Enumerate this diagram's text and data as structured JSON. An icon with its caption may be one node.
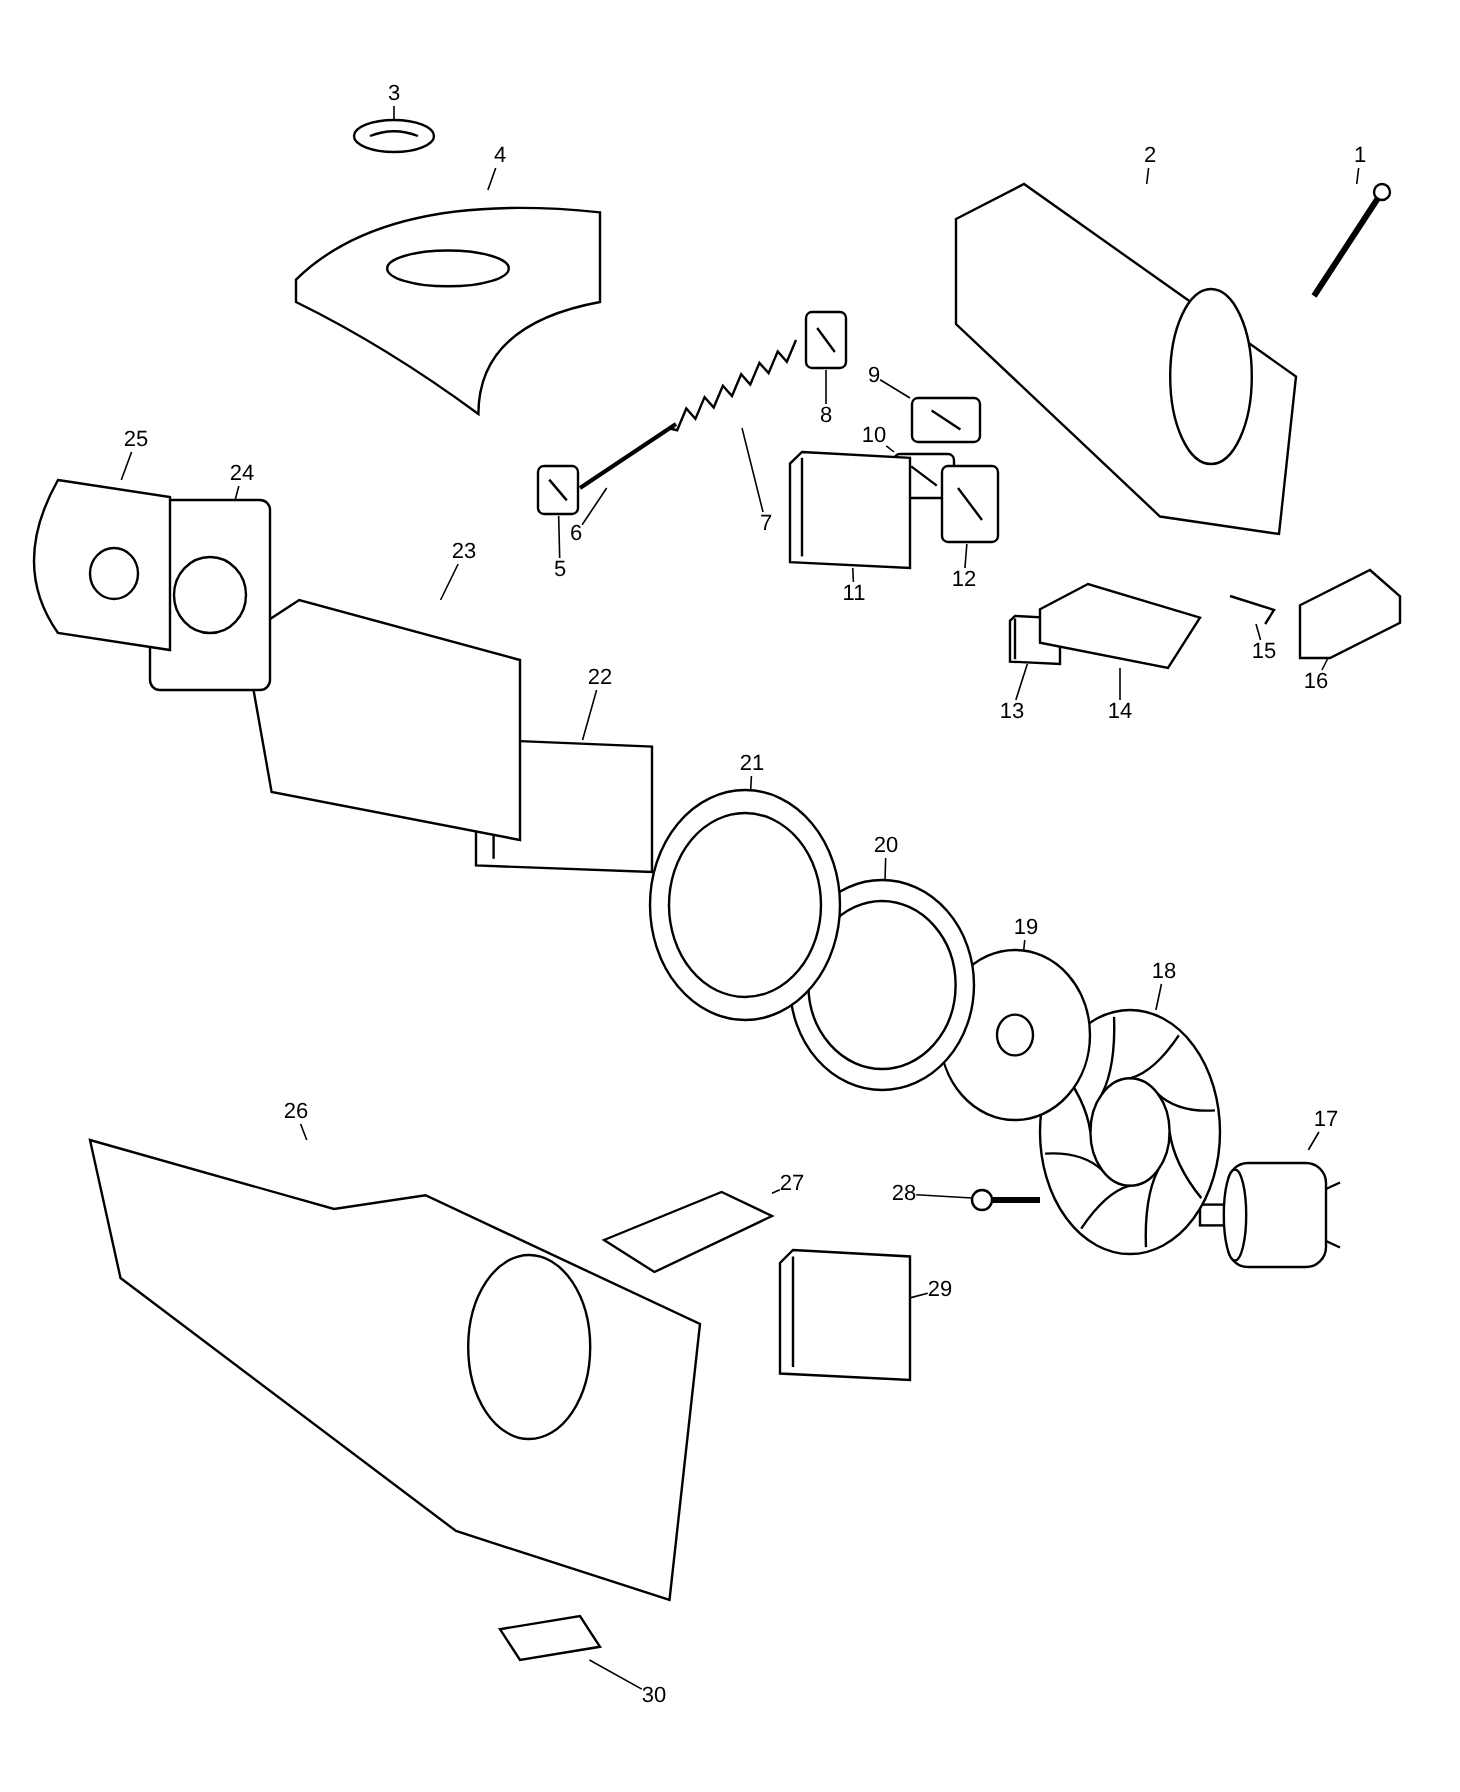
{
  "diagram": {
    "nodes": [
      {
        "text": [
          "1"
        ]
      },
      {
        "text": [
          "2"
        ]
      },
      {
        "text": [
          "3"
        ]
      },
      {
        "text": [
          "4"
        ]
      },
      {
        "text": [
          "5"
        ]
      },
      {
        "text": [
          "6"
        ]
      },
      {
        "text": [
          "7"
        ]
      },
      {
        "text": [
          "8"
        ]
      },
      {
        "text": [
          "9"
        ]
      },
      {
        "text": [
          "10"
        ]
      },
      {
        "text": [
          "11"
        ]
      },
      {
        "text": [
          "12"
        ]
      },
      {
        "text": [
          "13"
        ]
      },
      {
        "text": [
          "14"
        ]
      },
      {
        "text": [
          "15"
        ]
      },
      {
        "text": [
          "16"
        ]
      },
      {
        "text": [
          "17"
        ]
      },
      {
        "text": [
          "18"
        ]
      },
      {
        "text": [
          "19"
        ]
      },
      {
        "text": [
          "20"
        ]
      },
      {
        "text": [
          "21"
        ]
      },
      {
        "text": [
          "22"
        ]
      },
      {
        "text": [
          "23"
        ]
      },
      {
        "text": [
          "24"
        ]
      },
      {
        "text": [
          "25"
        ]
      },
      {
        "text": [
          "26"
        ]
      },
      {
        "text": [
          "27"
        ]
      },
      {
        "text": [
          "28"
        ]
      },
      {
        "text": [
          "29"
        ]
      },
      {
        "text": [
          "30"
        ]
      },
      {
        "text": [],
        "shape": "picture"
      },
      {
        "text": [],
        "shape": "picture"
      },
      {
        "text": [],
        "shape": "picture"
      },
      {
        "text": [],
        "shape": "picture"
      },
      {
        "text": [],
        "shape": "picture"
      },
      {
        "text": [],
        "shape": "picture"
      },
      {
        "text": [],
        "shape": "picture"
      },
      {
        "text": [],
        "shape": "picture"
      },
      {
        "text": [],
        "shape": "picture"
      },
      {
        "text": [],
        "shape": "picture"
      },
      {
        "text": [],
        "shape": "picture"
      },
      {
        "text": [],
        "shape": "picture"
      },
      {
        "text": [],
        "shape": "picture"
      },
      {
        "text": [],
        "shape": "picture"
      },
      {
        "text": [],
        "shape": "picture"
      },
      {
        "text": [],
        "shape": "picture"
      },
      {
        "text": [],
        "shape": "picture"
      },
      {
        "text": [],
        "shape": "picture"
      },
      {
        "text": [],
        "shape": "picture"
      },
      {
        "text": [],
        "shape": "picture"
      },
      {
        "text": [],
        "shape": "picture"
      },
      {
        "text": [],
        "shape": "picture"
      },
      {
        "text": [],
        "shape": "picture"
      },
      {
        "text": [],
        "shape": "picture"
      },
      {
        "text": [],
        "shape": "picture"
      },
      {
        "text": [],
        "shape": "picture"
      },
      {
        "text": [],
        "shape": "picture"
      },
      {
        "text": [],
        "shape": "picture"
      },
      {
        "text": [],
        "shape": "picture"
      },
      {
        "text": [],
        "shape": "picture"
      }
    ],
    "edges": [
      {
        "from": 0,
        "to": 30,
        "arrow": "none"
      },
      {
        "from": 1,
        "to": 31,
        "arrow": "none"
      },
      {
        "from": 2,
        "to": 32,
        "arrow": "none"
      },
      {
        "from": 3,
        "to": 33,
        "arrow": "none"
      },
      {
        "from": 4,
        "to": 34,
        "arrow": "none"
      },
      {
        "from": 5,
        "to": 35,
        "arrow": "none"
      },
      {
        "from": 6,
        "to": 36,
        "arrow": "none"
      },
      {
        "from": 7,
        "to": 37,
        "arrow": "none"
      },
      {
        "from": 8,
        "to": 38,
        "arrow": "none"
      },
      {
        "from": 9,
        "to": 39,
        "arrow": "none"
      },
      {
        "from": 10,
        "to": 40,
        "arrow": "none"
      },
      {
        "from": 11,
        "to": 41,
        "arrow": "none"
      },
      {
        "from": 12,
        "to": 42,
        "arrow": "none"
      },
      {
        "from": 13,
        "to": 43,
        "arrow": "none"
      },
      {
        "from": 14,
        "to": 44,
        "arrow": "none"
      },
      {
        "from": 15,
        "to": 45,
        "arrow": "none"
      },
      {
        "from": 16,
        "to": 46,
        "arrow": "none"
      },
      {
        "from": 17,
        "to": 47,
        "arrow": "none"
      },
      {
        "from": 18,
        "to": 48,
        "arrow": "none"
      },
      {
        "from": 19,
        "to": 49,
        "arrow": "none"
      },
      {
        "from": 20,
        "to": 50,
        "arrow": "none"
      },
      {
        "from": 21,
        "to": 51,
        "arrow": "none"
      },
      {
        "from": 22,
        "to": 52,
        "arrow": "none"
      },
      {
        "from": 23,
        "to": 53,
        "arrow": "none"
      },
      {
        "from": 24,
        "to": 54,
        "arrow": "none"
      },
      {
        "from": 25,
        "to": 55,
        "arrow": "none"
      },
      {
        "from": 26,
        "to": 56,
        "arrow": "none"
      },
      {
        "from": 27,
        "to": 57,
        "arrow": "none"
      },
      {
        "from": 28,
        "to": 58,
        "arrow": "none"
      },
      {
        "from": 29,
        "to": 59,
        "arrow": "none"
      }
    ]
  }
}
